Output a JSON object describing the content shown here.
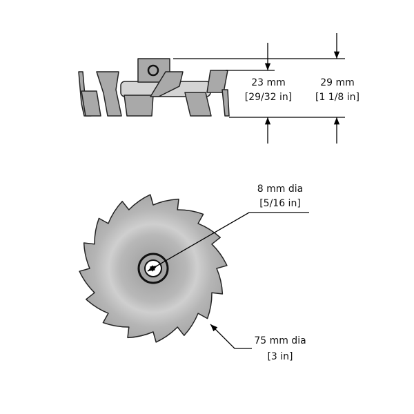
{
  "side_view": {
    "inner_height": {
      "metric": "23 mm",
      "imperial": "[29/32 in]"
    },
    "overall_height": {
      "metric": "29 mm",
      "imperial": "[1 1/8 in]"
    }
  },
  "top_view": {
    "bore": {
      "metric": "8 mm dia",
      "imperial": "[5/16 in]"
    },
    "outer": {
      "metric": "75 mm dia",
      "imperial": "[3 in]"
    },
    "teeth_count": 16
  },
  "colors": {
    "part": "#a9a9a9",
    "line": "#000000"
  }
}
